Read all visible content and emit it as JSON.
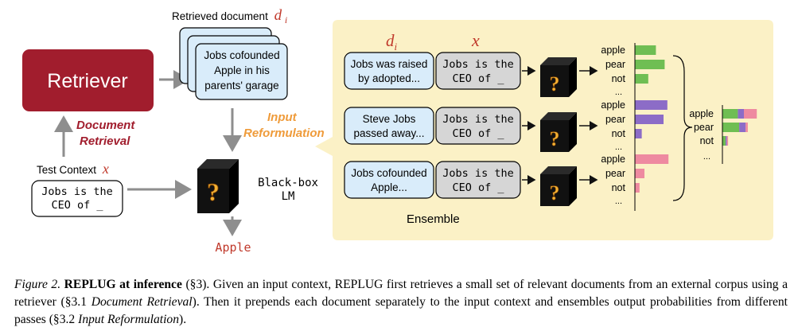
{
  "retriever": {
    "label": "Retriever"
  },
  "document_retrieval": {
    "line1": "Document",
    "line2": "Retrieval"
  },
  "test_context": {
    "label": "Test Context",
    "var": "x",
    "line1": "Jobs is the",
    "line2": "CEO of _"
  },
  "retrieved_doc": {
    "label": "Retrieved document",
    "var": "d",
    "sub": "i",
    "line1": "Jobs cofounded",
    "line2": "Apple in his",
    "line3": "parents' garage"
  },
  "input_reformulation": {
    "line1": "Input",
    "line2": "Reformulation"
  },
  "black_box": {
    "line1": "Black-box",
    "line2": "LM",
    "glyph": "?"
  },
  "output": {
    "label": "Apple"
  },
  "ensemble": {
    "label": "Ensemble",
    "col_doc_var": "d",
    "col_doc_sub": "i",
    "col_ctx_var": "x",
    "rows": [
      {
        "doc": [
          "Jobs was raised",
          "by adopted..."
        ],
        "ctx": [
          "Jobs is the",
          "CEO of _"
        ],
        "labels": [
          "apple",
          "pear",
          "not"
        ],
        "values": [
          0.55,
          0.78,
          0.35
        ],
        "color": "#6fbe53"
      },
      {
        "doc": [
          "Steve Jobs",
          "passed away..."
        ],
        "ctx": [
          "Jobs is the",
          "CEO of _"
        ],
        "labels": [
          "apple",
          "pear",
          "not"
        ],
        "values": [
          0.85,
          0.75,
          0.18
        ],
        "color": "#8c6cc7"
      },
      {
        "doc": [
          "Jobs cofounded",
          "Apple..."
        ],
        "ctx": [
          "Jobs is the",
          "CEO of _"
        ],
        "labels": [
          "apple",
          "pear",
          "not"
        ],
        "values": [
          0.88,
          0.25,
          0.12
        ],
        "color": "#ee8aa0"
      }
    ],
    "ellipsis": "...",
    "combined": {
      "labels": [
        "apple",
        "pear",
        "not"
      ],
      "segments": [
        [
          0.72,
          0.28,
          0.6
        ],
        [
          0.78,
          0.3,
          0.1
        ],
        [
          0.15,
          0.06,
          0.05
        ]
      ]
    }
  },
  "caption": {
    "fig": "Figure 2.",
    "title_a": "R",
    "title_b": "E",
    "title_c": "P",
    "title_d": "LUG",
    "title_e": " at inference",
    "sec": "(§3).",
    "text1": " Given an input context, R",
    "rep_e": "E",
    "rep_p": "P",
    "rep_lug": "LUG",
    "text2": " first retrieves a small set of relevant documents from an external corpus using a retriever (§3.1 ",
    "italic1": "Document Retrieval",
    "text3": "). Then it prepends each document separately to the input context and ensembles output probabilities from different passes (§3.2 ",
    "italic2": "Input Reformulation",
    "text4": ")."
  },
  "colors": {
    "retriever": "#a11d2d",
    "orange": "#ef9b3a",
    "panel": "#fbf1c6",
    "doc_box": "#d9ecfa",
    "ctx_box": "#d6d6d6",
    "var_red": "#c0392b",
    "arrow": "#8e8e8e"
  }
}
